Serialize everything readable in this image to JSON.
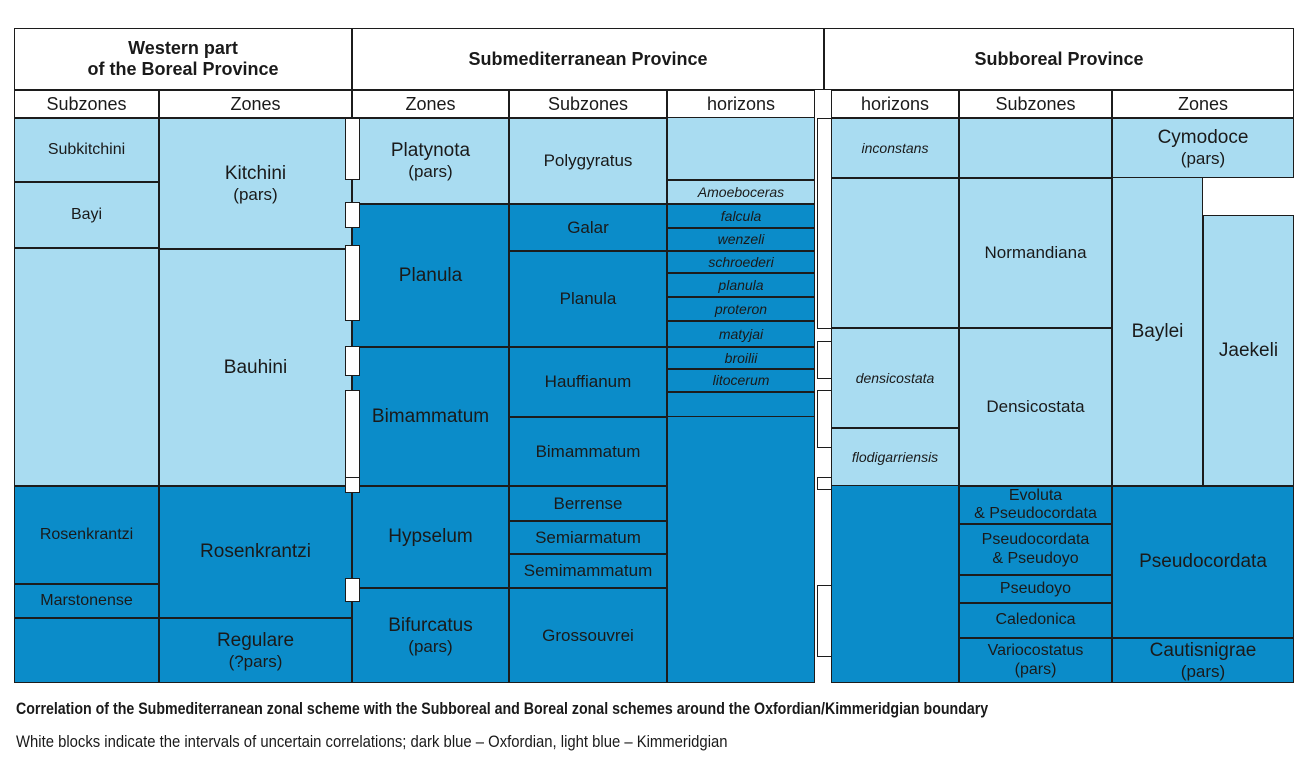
{
  "colors": {
    "light_blue": "#a9dcf1",
    "dark_blue": "#0b8cc9",
    "line": "#1c1c1c",
    "white_block": "#ffffff"
  },
  "headers": {
    "boreal": [
      "Western part",
      "of the Boreal Province"
    ],
    "submediterranean": [
      "Submediterranean Province"
    ],
    "subboreal": [
      "Subboreal Province"
    ]
  },
  "subheaders": [
    "Subzones",
    "Zones",
    "Zones",
    "Subzones",
    "horizons",
    "horizons",
    "Subzones",
    "Zones"
  ],
  "cells": [
    {
      "id": "b-sub-subkitchini",
      "lines": [
        "Subkitchini"
      ],
      "tone": "light",
      "size": 16
    },
    {
      "id": "b-sub-bayi",
      "lines": [
        "Bayi"
      ],
      "tone": "light",
      "size": 16
    },
    {
      "id": "b-sub-upper-blank",
      "lines": [],
      "tone": "light"
    },
    {
      "id": "b-sub-rosenkrantzi",
      "lines": [
        "Rosenkrantzi"
      ],
      "tone": "dark",
      "size": 16
    },
    {
      "id": "b-sub-marstonense",
      "lines": [
        "Marstonense"
      ],
      "tone": "dark",
      "size": 16
    },
    {
      "id": "b-sub-lower-blank",
      "lines": [],
      "tone": "dark"
    },
    {
      "id": "b-zone-kitchini",
      "lines": [
        "Kitchini",
        "(pars)"
      ],
      "tone": "light",
      "size": 19
    },
    {
      "id": "b-zone-bauhini",
      "lines": [
        "Bauhini"
      ],
      "tone": "light",
      "size": 19
    },
    {
      "id": "b-zone-rosenkrantzi",
      "lines": [
        "Rosenkrantzi"
      ],
      "tone": "dark",
      "size": 19
    },
    {
      "id": "b-zone-regulare",
      "lines": [
        "Regulare",
        "(?pars)"
      ],
      "tone": "dark",
      "size": 19
    },
    {
      "id": "s-zone-platynota",
      "lines": [
        "Platynota",
        "(pars)"
      ],
      "tone": "light",
      "size": 19
    },
    {
      "id": "s-zone-planula",
      "lines": [
        "Planula"
      ],
      "tone": "dark",
      "size": 19
    },
    {
      "id": "s-zone-bimammatum",
      "lines": [
        "Bimammatum"
      ],
      "tone": "dark",
      "size": 19
    },
    {
      "id": "s-zone-hypselum",
      "lines": [
        "Hypselum"
      ],
      "tone": "dark",
      "size": 19
    },
    {
      "id": "s-zone-bifurcatus",
      "lines": [
        "Bifurcatus",
        "(pars)"
      ],
      "tone": "dark",
      "size": 19
    },
    {
      "id": "s-sub-polygyratus",
      "lines": [
        "Polygyratus"
      ],
      "tone": "light",
      "size": 17
    },
    {
      "id": "s-sub-galar",
      "lines": [
        "Galar"
      ],
      "tone": "dark",
      "size": 17
    },
    {
      "id": "s-sub-planula",
      "lines": [
        "Planula"
      ],
      "tone": "dark",
      "size": 17
    },
    {
      "id": "s-sub-hauffianum",
      "lines": [
        "Hauffianum"
      ],
      "tone": "dark",
      "size": 17
    },
    {
      "id": "s-sub-bimammatum",
      "lines": [
        "Bimammatum"
      ],
      "tone": "dark",
      "size": 17
    },
    {
      "id": "s-sub-berrense",
      "lines": [
        "Berrense"
      ],
      "tone": "dark",
      "size": 17
    },
    {
      "id": "s-sub-semiarmatum",
      "lines": [
        "Semiarmatum"
      ],
      "tone": "dark",
      "size": 17
    },
    {
      "id": "s-sub-semimammatum",
      "lines": [
        "Semimammatum"
      ],
      "tone": "dark",
      "size": 17
    },
    {
      "id": "s-sub-grossouvrei",
      "lines": [
        "Grossouvrei"
      ],
      "tone": "dark",
      "size": 17
    },
    {
      "id": "s-hor-top-blank",
      "lines": [],
      "tone": "light"
    },
    {
      "id": "s-hor-amoeboceras",
      "lines": [
        "Amoeboceras"
      ],
      "tone": "light",
      "size": 14,
      "italic": true
    },
    {
      "id": "s-hor-falcula",
      "lines": [
        "falcula"
      ],
      "tone": "dark",
      "size": 14,
      "italic": true
    },
    {
      "id": "s-hor-wenzeli",
      "lines": [
        "wenzeli"
      ],
      "tone": "dark",
      "size": 14,
      "italic": true
    },
    {
      "id": "s-hor-schroederi",
      "lines": [
        "schroederi"
      ],
      "tone": "dark",
      "size": 14,
      "italic": true
    },
    {
      "id": "s-hor-planula",
      "lines": [
        "planula"
      ],
      "tone": "dark",
      "size": 14,
      "italic": true
    },
    {
      "id": "s-hor-proteron",
      "lines": [
        "proteron"
      ],
      "tone": "dark",
      "size": 14,
      "italic": true
    },
    {
      "id": "s-hor-matyjai",
      "lines": [
        "matyjai"
      ],
      "tone": "dark",
      "size": 14,
      "italic": true
    },
    {
      "id": "s-hor-broilii",
      "lines": [
        "broilii"
      ],
      "tone": "dark",
      "size": 14,
      "italic": true
    },
    {
      "id": "s-hor-litocerum",
      "lines": [
        "litocerum"
      ],
      "tone": "dark",
      "size": 14,
      "italic": true
    },
    {
      "id": "s-hor-mid-blank",
      "lines": [],
      "tone": "dark"
    },
    {
      "id": "s-hor-lower-blank",
      "lines": [],
      "tone": "dark"
    },
    {
      "id": "u-hor-inconstans",
      "lines": [
        "inconstans"
      ],
      "tone": "light",
      "size": 14,
      "italic": true
    },
    {
      "id": "u-hor-upper-blank",
      "lines": [],
      "tone": "light"
    },
    {
      "id": "u-hor-densicostata",
      "lines": [
        "densicostata"
      ],
      "tone": "light",
      "size": 14,
      "italic": true
    },
    {
      "id": "u-hor-flodigarriensis",
      "lines": [
        "flodigarriensis"
      ],
      "tone": "light",
      "size": 14,
      "italic": true
    },
    {
      "id": "u-hor-lower-blank",
      "lines": [],
      "tone": "dark"
    },
    {
      "id": "u-sub-top-blank",
      "lines": [],
      "tone": "light"
    },
    {
      "id": "u-sub-normandiana",
      "lines": [
        "Normandiana"
      ],
      "tone": "light",
      "size": 17
    },
    {
      "id": "u-sub-densicostata",
      "lines": [
        "Densicostata"
      ],
      "tone": "light",
      "size": 17
    },
    {
      "id": "u-sub-evoluta",
      "lines": [
        "Evoluta",
        "& Pseudocordata"
      ],
      "tone": "dark",
      "size": 16
    },
    {
      "id": "u-sub-pseudocordata-pseudoyo",
      "lines": [
        "Pseudocordata",
        "& Pseudoyo"
      ],
      "tone": "dark",
      "size": 16
    },
    {
      "id": "u-sub-pseudoyo",
      "lines": [
        "Pseudoyo"
      ],
      "tone": "dark",
      "size": 16
    },
    {
      "id": "u-sub-caledonica",
      "lines": [
        "Caledonica"
      ],
      "tone": "dark",
      "size": 16
    },
    {
      "id": "u-sub-variocostatus",
      "lines": [
        "Variocostatus",
        "(pars)"
      ],
      "tone": "dark",
      "size": 16
    },
    {
      "id": "u-zone-cymodoce",
      "lines": [
        "Cymodoce",
        "(pars)"
      ],
      "tone": "light",
      "size": 19
    },
    {
      "id": "u-zone-baylei",
      "lines": [
        "Baylei"
      ],
      "tone": "light",
      "size": 19
    },
    {
      "id": "u-zone-jaekeli",
      "lines": [
        "Jaekeli"
      ],
      "tone": "light",
      "size": 19
    },
    {
      "id": "u-zone-pseudocordata",
      "lines": [
        "Pseudocordata"
      ],
      "tone": "dark",
      "size": 19
    },
    {
      "id": "u-zone-cautisnigrae",
      "lines": [
        "Cautisnigrae",
        "(pars)"
      ],
      "tone": "dark",
      "size": 19
    }
  ],
  "caption": {
    "title": "Correlation of the Submediterranean zonal scheme with the Subboreal and Boreal zonal schemes around the Oxfordian/Kimmeridgian boundary",
    "note": "White blocks indicate the intervals of uncertain correlations; dark blue – Oxfordian, light blue – Kimmeridgian"
  }
}
